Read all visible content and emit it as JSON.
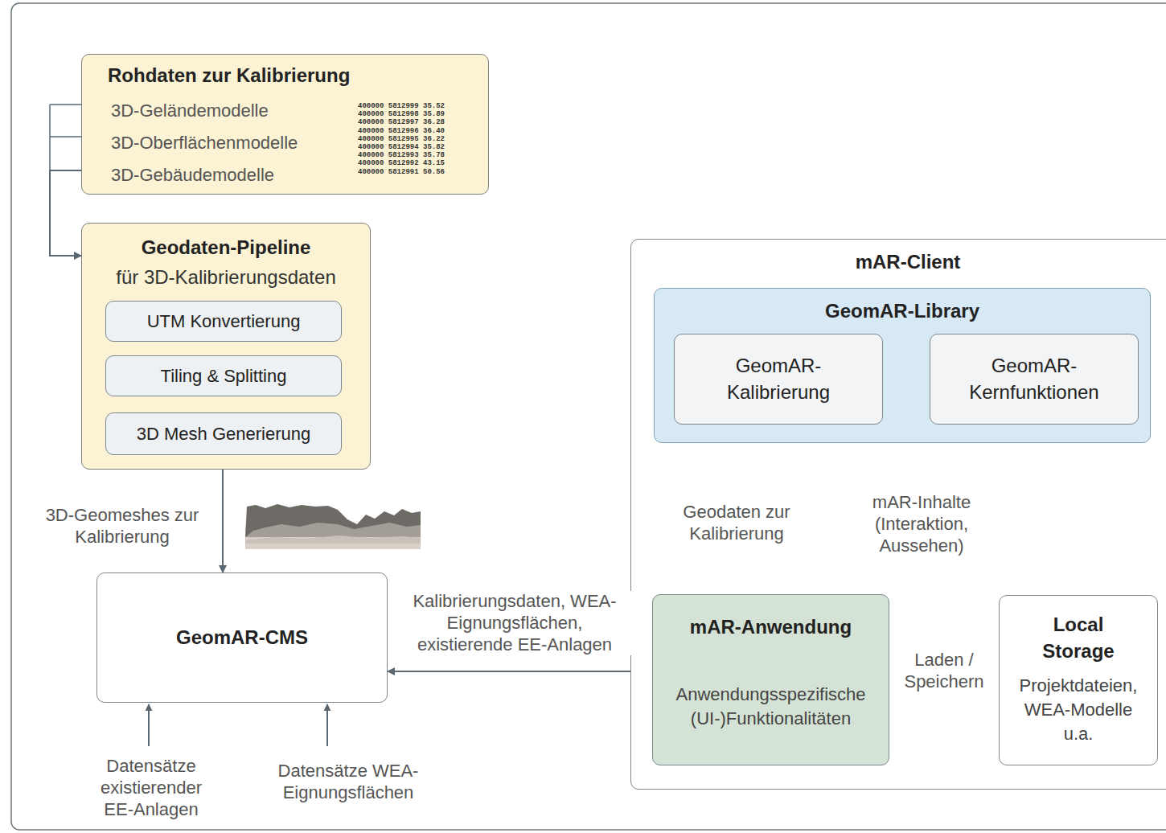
{
  "diagram": {
    "nodes": [
      {
        "text": [
          "Rohdaten zur Kalibrierung",
          "3D-Geländemodelle",
          "3D-Oberflächenmodelle",
          "3D-Gebäudemodelle"
        ]
      },
      {
        "text": [
          "Geodaten-Pipeline",
          "für 3D-Kalibrierungsdaten"
        ]
      },
      {
        "text": [
          "UTM Konvertierung"
        ],
        "in": 1
      },
      {
        "text": [
          "Tiling & Splitting"
        ],
        "in": 1
      },
      {
        "text": [
          "3D Mesh Generierung"
        ],
        "in": 1
      },
      {
        "text": [
          "GeomAR-CMS"
        ]
      },
      {
        "text": [
          "mAR-Client"
        ]
      },
      {
        "text": [
          "GeomAR-Library"
        ],
        "in": 6
      },
      {
        "text": [
          "GeomAR-Kalibrierung"
        ],
        "in": 7
      },
      {
        "text": [
          "GeomAR-Kernfunktionen"
        ],
        "in": 7
      },
      {
        "text": [
          "mAR-Anwendung",
          "Anwendungsspezifische (UI-)Funktionalitäten"
        ],
        "in": 6
      },
      {
        "text": [
          "Local Storage",
          "Projektdateien, WEA-Modelle u.a."
        ],
        "in": 6
      }
    ],
    "edges": [
      {
        "from": 0,
        "to": 1,
        "arrow": "to"
      },
      {
        "from": 2,
        "to": 3,
        "arrow": "none"
      },
      {
        "from": 3,
        "to": 4,
        "arrow": "none"
      },
      {
        "from": 1,
        "to": 5,
        "label": "3D-Geomeshes zur Kalibrierung",
        "arrow": "to"
      },
      {
        "from": 5,
        "to": 10,
        "label": "Kalibrierungsdaten, WEA-Eignungsflächen, existierende EE-Anlagen",
        "arrow": "both"
      },
      {
        "from": 10,
        "to": 8,
        "label": "Geodaten zur Kalibrierung",
        "arrow": "to"
      },
      {
        "from": 10,
        "to": 9,
        "label": "mAR-Inhalte (Interaktion, Aussehen)",
        "arrow": "both"
      },
      {
        "from": 8,
        "to": 9,
        "arrow": "both"
      },
      {
        "from": 10,
        "to": 11,
        "label": "Laden / Speichern",
        "arrow": "both"
      }
    ],
    "labels": [
      "400000 5812999 35.52",
      "400000 5812998 35.89",
      "400000 5812997 36.28",
      "400000 5812996 36.40",
      "400000 5812995 36.22",
      "400000 5812994 35.82",
      "400000 5812993 35.78",
      "400000 5812992 43.15",
      "400000 5812991 50.56",
      "Datensätze existierender EE-Anlagen",
      "Datensätze WEA-Eignungsflächen"
    ]
  }
}
